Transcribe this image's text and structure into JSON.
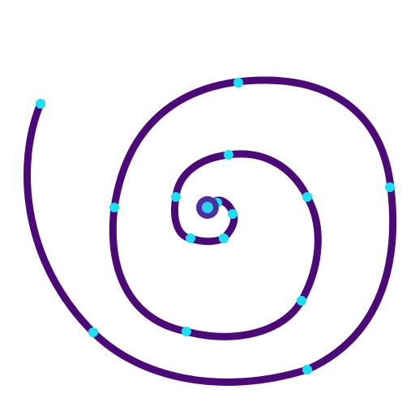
{
  "game": {
    "colors": {
      "background": "#ffffff",
      "track": "#4b0a78",
      "dot": "#19e0f5",
      "center_outer": "#4f2fa0",
      "center_inner": "#2ad4ee"
    },
    "track": {
      "shape": "spiral",
      "direction": "inward-to-center"
    },
    "dots": {
      "count": 15
    },
    "center": {
      "icon": "target-icon"
    }
  }
}
